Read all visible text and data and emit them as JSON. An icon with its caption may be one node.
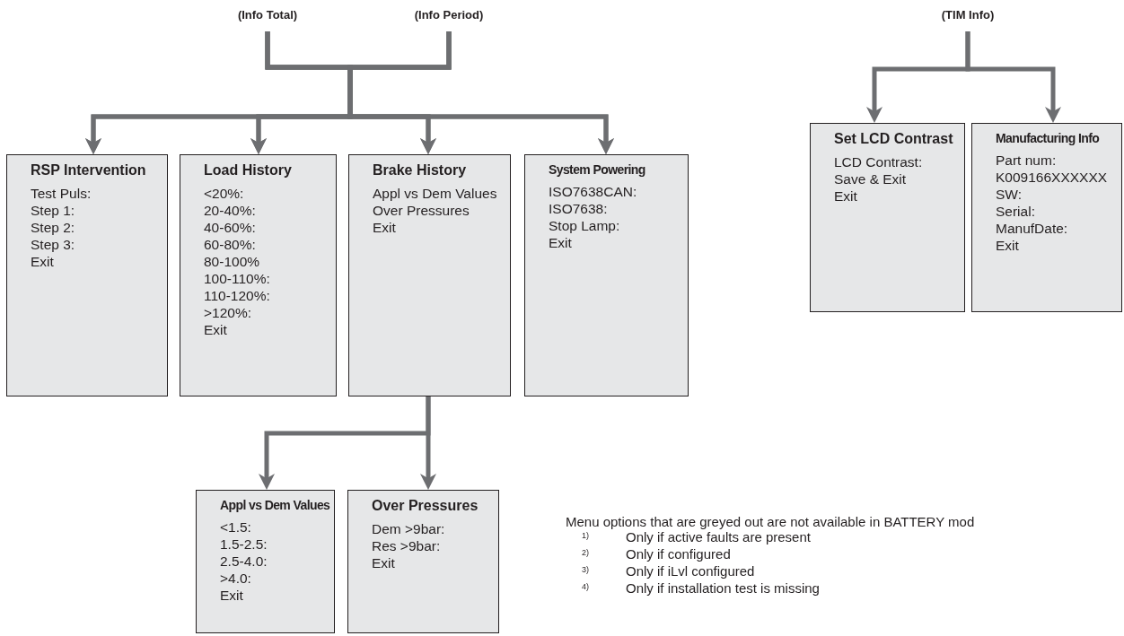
{
  "diagram": {
    "nodes": [
      {
        "text": [
          "(Info Total)"
        ]
      },
      {
        "text": [
          "(Info Period)"
        ]
      },
      {
        "text": [
          "(TIM Info)"
        ]
      },
      {
        "text": [
          "RSP Intervention",
          "Test Puls:",
          "Step 1:",
          "Step 2:",
          "Step 3:",
          "Exit"
        ]
      },
      {
        "text": [
          "Load History",
          "<20%:",
          "20-40%:",
          "40-60%:",
          "60-80%:",
          "80-100%",
          "100-110%:",
          "110-120%:",
          ">120%:",
          "Exit"
        ]
      },
      {
        "text": [
          "Brake History",
          "Appl vs Dem Values",
          "Over Pressures",
          "Exit"
        ]
      },
      {
        "text": [
          "System Powering",
          "ISO7638CAN:",
          "ISO7638:",
          "Stop Lamp:",
          "Exit"
        ]
      },
      {
        "text": [
          "Set LCD Contrast",
          "LCD Contrast:",
          "Save & Exit",
          "Exit"
        ]
      },
      {
        "text": [
          "Manufacturing Info",
          "Part num:",
          "K009166XXXXXX",
          "SW:",
          "Serial:",
          "ManufDate:",
          "Exit"
        ]
      },
      {
        "text": [
          "Appl vs Dem Values",
          "<1.5:",
          "1.5-2.5:",
          "2.5-4.0:",
          ">4.0:",
          "Exit"
        ]
      },
      {
        "text": [
          "Over Pressures",
          "Dem >9bar:",
          "Res >9bar:",
          "Exit"
        ]
      }
    ],
    "edges": [
      {
        "from": 0,
        "to": 3,
        "arrow": "to"
      },
      {
        "from": 0,
        "to": 4,
        "arrow": "to"
      },
      {
        "from": 0,
        "to": 5,
        "arrow": "to"
      },
      {
        "from": 0,
        "to": 6,
        "arrow": "to"
      },
      {
        "from": 1,
        "to": 3,
        "arrow": "to"
      },
      {
        "from": 1,
        "to": 4,
        "arrow": "to"
      },
      {
        "from": 1,
        "to": 5,
        "arrow": "to"
      },
      {
        "from": 1,
        "to": 6,
        "arrow": "to"
      },
      {
        "from": 2,
        "to": 7,
        "arrow": "to"
      },
      {
        "from": 2,
        "to": 8,
        "arrow": "to"
      },
      {
        "from": 5,
        "to": 9,
        "arrow": "to"
      },
      {
        "from": 5,
        "to": 10,
        "arrow": "to"
      }
    ],
    "labels": [
      "Menu options that are greyed out are not available in BATTERY mod",
      "1)",
      "Only if active faults are present",
      "2)",
      "Only if configured",
      "3)",
      "Only if iLvl configured",
      "4)",
      "Only if installation test is missing"
    ]
  }
}
